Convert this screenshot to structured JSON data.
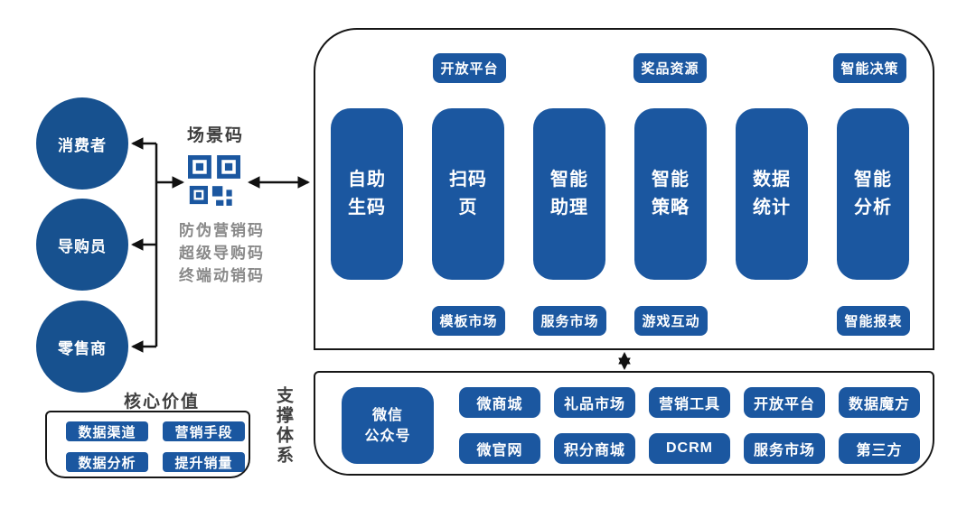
{
  "colors": {
    "primary_blue": "#1b57a0",
    "circle_blue": "#17518f",
    "line_black": "#161616",
    "muted_text": "#898989",
    "heading_text": "#3f3f3f",
    "background": "#ffffff"
  },
  "actors": [
    {
      "label": "消费者"
    },
    {
      "label": "导购员"
    },
    {
      "label": "零售商"
    }
  ],
  "scene_code": {
    "title": "场景码",
    "icon": "qr-code-icon",
    "code_types": [
      "防伪营销码",
      "超级导购码",
      "终端动销码"
    ]
  },
  "core_value": {
    "title": "核心价值",
    "items": [
      "数据渠道",
      "营销手段",
      "数据分析",
      "提升销量"
    ]
  },
  "support_system_label": "支撑体系",
  "main": {
    "top_tags": [
      "开放平台",
      "奖品资源",
      "智能决策"
    ],
    "columns": [
      "自助\n生码",
      "扫码\n页",
      "智能\n助理",
      "智能\n策略",
      "数据\n统计",
      "智能\n分析"
    ],
    "bottom_tags": [
      "模板市场",
      "服务市场",
      "游戏互动",
      "智能报表"
    ]
  },
  "support": {
    "wechat": "微信\n公众号",
    "row1": [
      "微商城",
      "礼品市场",
      "营销工具",
      "开放平台",
      "数据魔方"
    ],
    "row2": [
      "微官网",
      "积分商城",
      "DCRM",
      "服务市场",
      "第三方"
    ]
  }
}
